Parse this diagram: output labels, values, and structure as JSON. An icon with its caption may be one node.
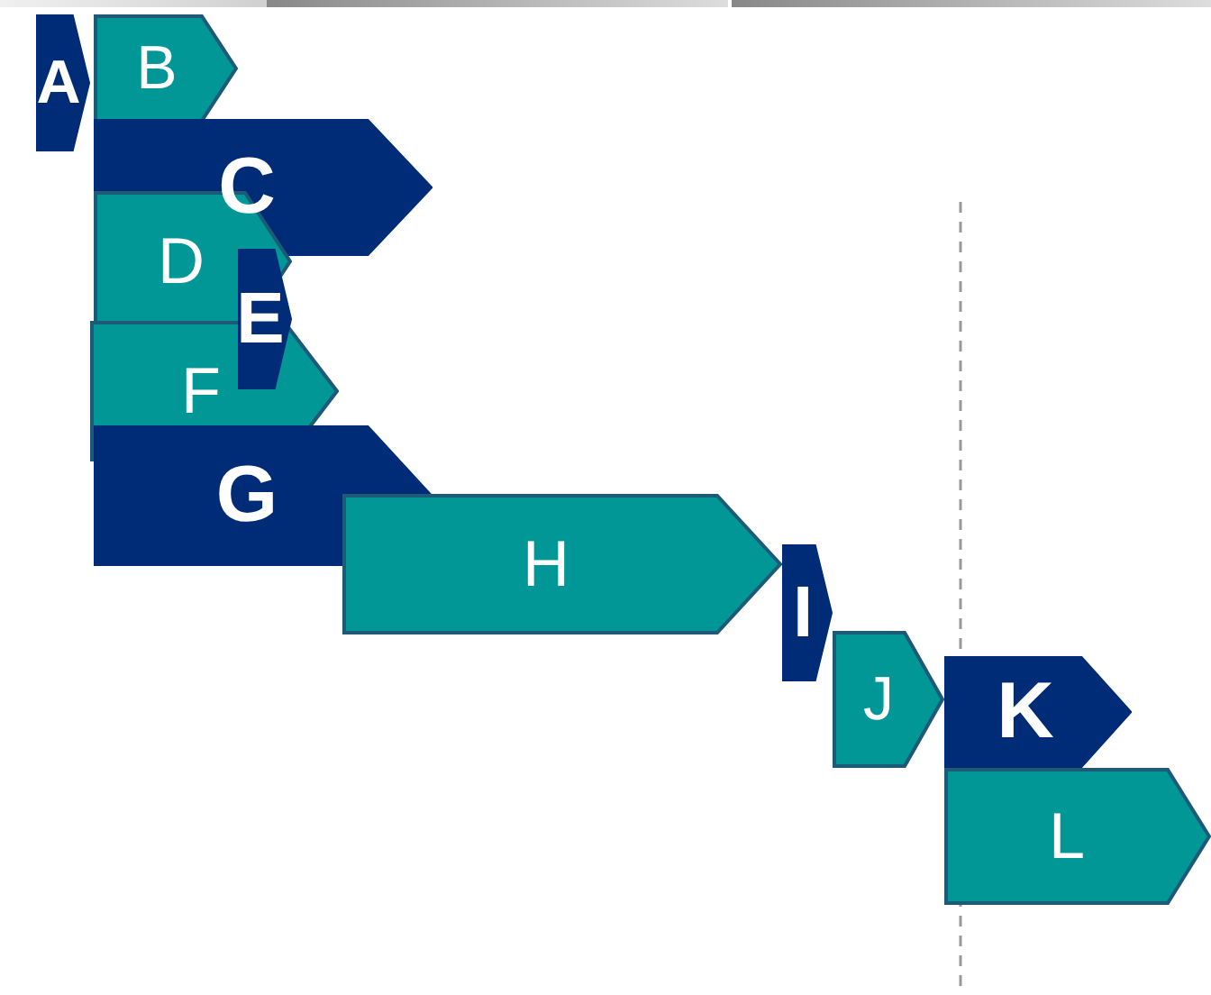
{
  "diagram": {
    "nodes": [
      {
        "text": [
          "A"
        ]
      },
      {
        "text": [
          "B"
        ]
      },
      {
        "text": [
          "C"
        ]
      },
      {
        "text": [
          "D"
        ]
      },
      {
        "text": [
          "E"
        ]
      },
      {
        "text": [
          "F"
        ]
      },
      {
        "text": [
          "G"
        ]
      },
      {
        "text": [
          "H"
        ]
      },
      {
        "text": [
          "I"
        ]
      },
      {
        "text": [
          "J"
        ]
      },
      {
        "text": [
          "K"
        ]
      },
      {
        "text": [
          "L"
        ]
      }
    ]
  }
}
